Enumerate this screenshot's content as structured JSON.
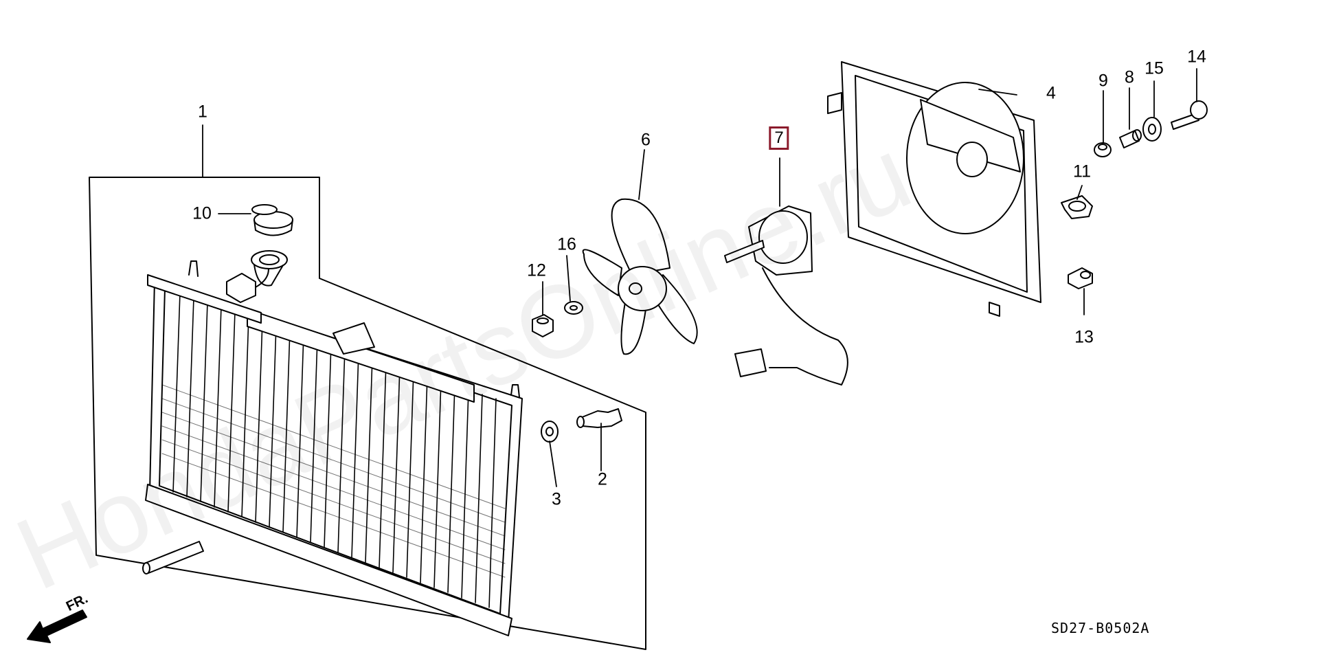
{
  "diagram": {
    "parts": [
      {
        "key": "p1",
        "label": "1"
      },
      {
        "key": "p2",
        "label": "2"
      },
      {
        "key": "p3",
        "label": "3"
      },
      {
        "key": "p4",
        "label": "4"
      },
      {
        "key": "p6",
        "label": "6"
      },
      {
        "key": "p7",
        "label": "7",
        "highlighted": true
      },
      {
        "key": "p8",
        "label": "8"
      },
      {
        "key": "p9",
        "label": "9"
      },
      {
        "key": "p10",
        "label": "10"
      },
      {
        "key": "p11",
        "label": "11"
      },
      {
        "key": "p12",
        "label": "12"
      },
      {
        "key": "p13",
        "label": "13"
      },
      {
        "key": "p14",
        "label": "14"
      },
      {
        "key": "p15",
        "label": "15"
      },
      {
        "key": "p16",
        "label": "16"
      }
    ],
    "diagram_code": "SD27-B0502A",
    "direction_label": "FR.",
    "watermark": "HondaPartsOnline.ru",
    "colors": {
      "line": "#000000",
      "highlight": "#8b1a2b",
      "background": "#ffffff"
    },
    "icons": {
      "direction": "arrow-left-down-icon"
    }
  }
}
